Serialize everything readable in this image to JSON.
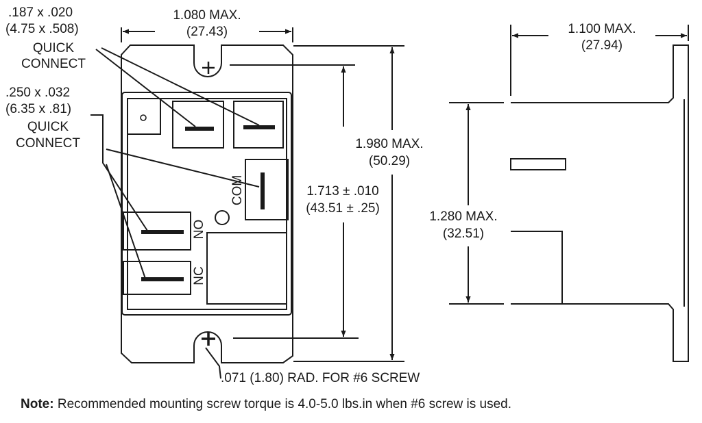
{
  "labels": {
    "qc_small_line1": ".187 x .020",
    "qc_small_line2": "(4.75 x .508)",
    "qc_small_line3": "QUICK",
    "qc_small_line4": "CONNECT",
    "qc_large_line1": ".250 x .032",
    "qc_large_line2": "(6.35 x .81)",
    "qc_large_line3": "QUICK",
    "qc_large_line4": "CONNECT",
    "width_in": "1.080 MAX.",
    "width_mm": "(27.43)",
    "height_in": "1.980 MAX.",
    "height_mm": "(50.29)",
    "hole_spacing_in": "1.713 ± .010",
    "hole_spacing_mm": "(43.51 ± .25)",
    "depth_in": "1.100 MAX.",
    "depth_mm": "(27.94)",
    "body_height_in": "1.280 MAX.",
    "body_height_mm": "(32.51)",
    "screw_note": ".071 (1.80) RAD. FOR #6 SCREW",
    "terminal_com": "COM",
    "terminal_no": "NO",
    "terminal_nc": "NC"
  },
  "note": {
    "prefix": "Note:",
    "text": " Recommended mounting screw torque is 4.0-5.0 lbs.in when #6 screw is used."
  }
}
